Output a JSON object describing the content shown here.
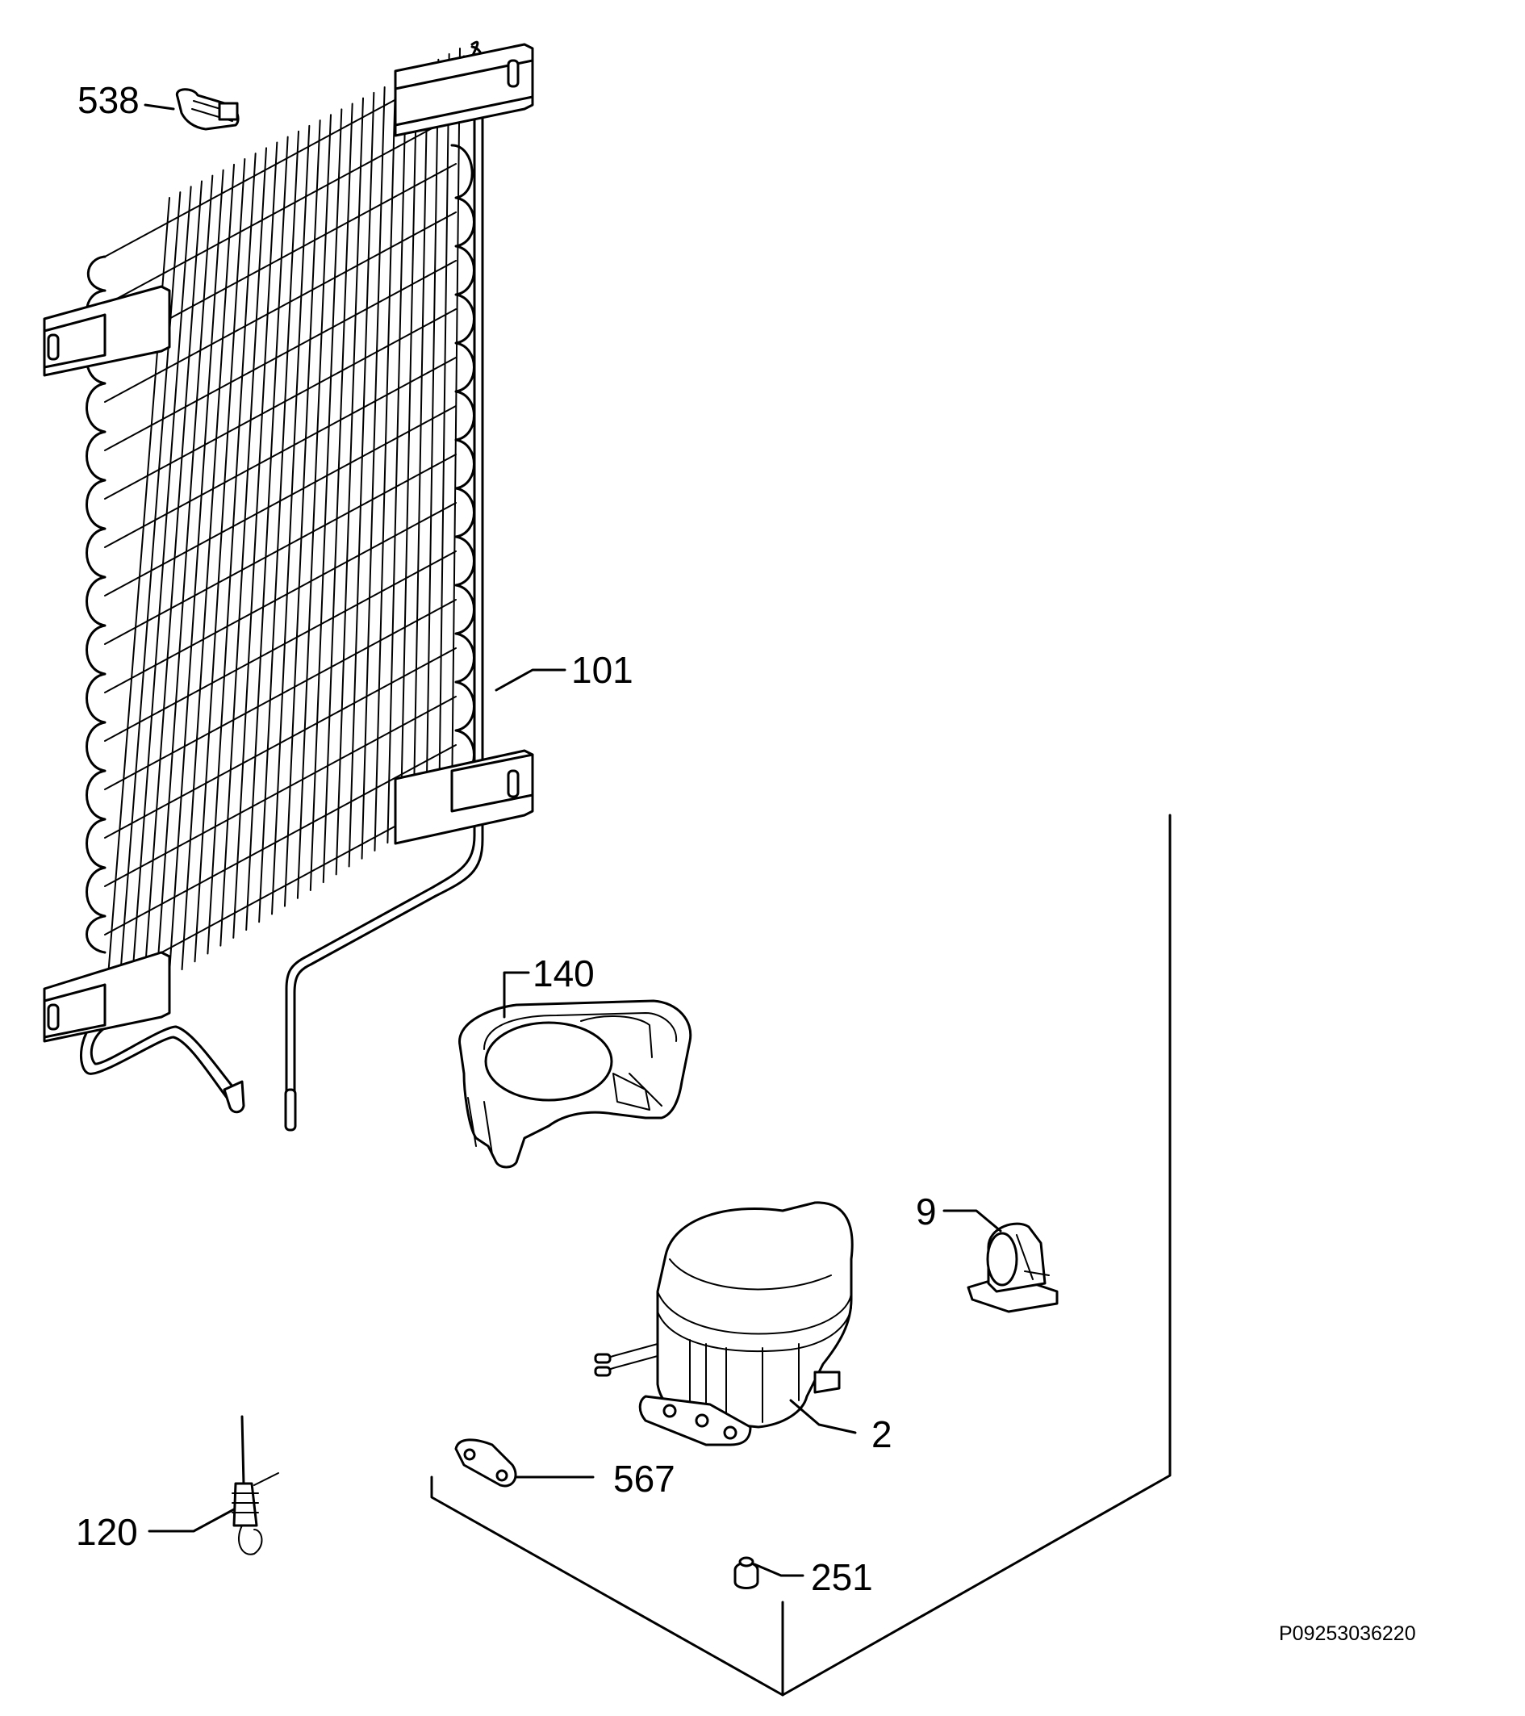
{
  "callouts": {
    "p538": "538",
    "p101": "101",
    "p140": "140",
    "p9": "9",
    "p2": "2",
    "p567": "567",
    "p120": "120",
    "p251": "251"
  },
  "drawing_code": "P09253036220",
  "colors": {
    "line": "#000000",
    "background": "#ffffff"
  }
}
